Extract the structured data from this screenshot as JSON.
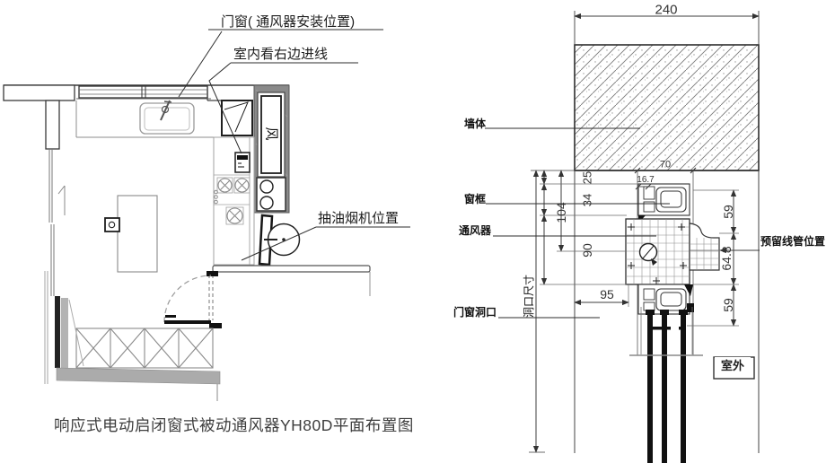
{
  "title": {
    "caption": "响应式电动启闭窗式被动通风器YH80D平面布置图"
  },
  "plan": {
    "callouts": {
      "window_install": "门窗( 通风器安装位置)",
      "wire_entry": "室内看右边进线",
      "range_hood": "抽油烟机位置"
    },
    "duct_symbol": "风"
  },
  "section": {
    "labels": {
      "wall": "墙体",
      "frame": "窗框",
      "ventilator": "通风器",
      "opening": "门窗洞口",
      "opening_size": "洞口尺寸",
      "conduit": "预留线管位置",
      "outdoor": "室外"
    },
    "dims": {
      "wall_width": "240",
      "profile_width": "70",
      "inset": "16.7",
      "gap_top": "25",
      "frame_height": "34",
      "top_total": "104",
      "vent_height": "90",
      "bottom_width": "95",
      "right_top": "59",
      "conduit_height": "64.8",
      "right_bottom": "59"
    }
  },
  "colors": {
    "line": "#333333",
    "shaft_gray": "#8a8a8a",
    "light_gray": "#ababab"
  }
}
